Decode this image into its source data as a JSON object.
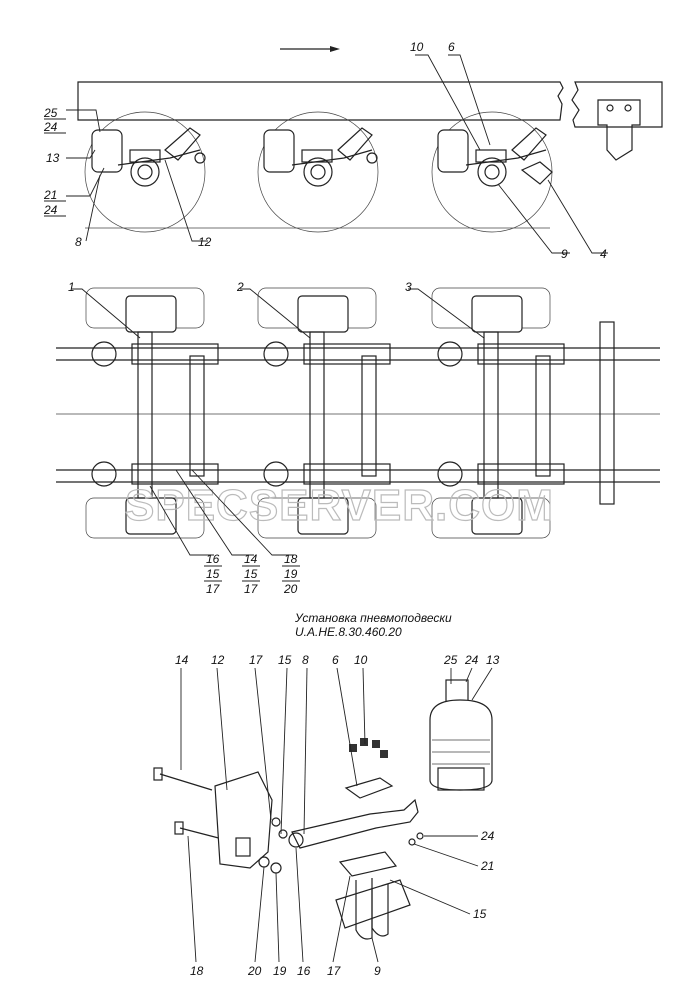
{
  "caption": {
    "line1": "Установка пневмоподвески",
    "line2": "U.A.HE.8.30.460.20"
  },
  "watermark": "SPECSERVER.COM",
  "side_view_labels": {
    "l25": "25",
    "l24a": "24",
    "l13": "13",
    "l21": "21",
    "l24b": "24",
    "l8": "8",
    "l12": "12",
    "l10": "10",
    "l6": "6",
    "l9": "9",
    "l4": "4"
  },
  "plan_view_labels": {
    "l1": "1",
    "l2": "2",
    "l3": "3",
    "g1a": "16",
    "g1b": "15",
    "g1c": "17",
    "g2a": "14",
    "g2b": "15",
    "g2c": "17",
    "g3a": "18",
    "g3b": "19",
    "g3c": "20"
  },
  "exploded_labels": {
    "t14": "14",
    "t12": "12",
    "t17": "17",
    "t15": "15",
    "t8": "8",
    "t6": "6",
    "t10": "10",
    "t25": "25",
    "t24": "24",
    "t13": "13",
    "r24": "24",
    "r21": "21",
    "r15": "15",
    "b18": "18",
    "b20": "20",
    "b19": "19",
    "b16": "16",
    "b17": "17",
    "b9": "9"
  }
}
